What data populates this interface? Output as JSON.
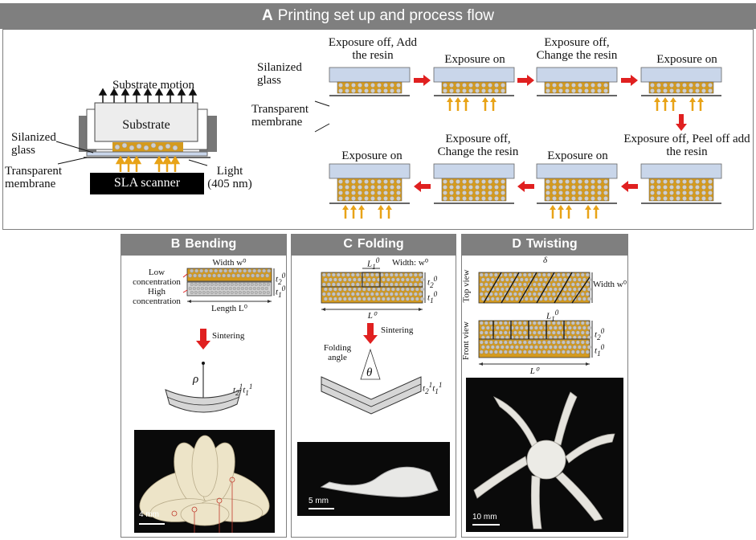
{
  "panelA": {
    "letter": "A",
    "title": "Printing set up and process flow",
    "setup": {
      "substrate_motion": "Substrate motion",
      "substrate": "Substrate",
      "silanized_glass": "Silanized glass",
      "transparent_membrane": "Transparent membrane",
      "light": "Light (405 nm)",
      "scanner": "SLA scanner"
    },
    "flow": {
      "step1": "Exposure off, Add the resin",
      "step2": "Exposure on",
      "step3": "Exposure off, Change the resin",
      "step4": "Exposure on",
      "step5": "Exposure off, Peel off add the resin",
      "step6": "Exposure on",
      "step7": "Exposure off, Change the resin",
      "step8": "Exposure on",
      "silanized_glass": "Silanized glass",
      "transparent_membrane": "Transparent membrane"
    }
  },
  "panelB": {
    "letter": "B",
    "title": "Bending",
    "width_label": "Width w⁰",
    "low": "Low concentration",
    "high": "High concentration",
    "length_label": "Length L⁰",
    "sintering": "Sintering",
    "rho": "ρ",
    "scale": "4 mm"
  },
  "panelC": {
    "letter": "C",
    "title": "Folding",
    "width_label": "Width: w⁰",
    "l1": "L₁⁰",
    "length_label": "L⁰",
    "sintering": "Sintering",
    "folding_angle": "Folding angle",
    "theta": "θ",
    "scale": "5 mm"
  },
  "panelD": {
    "letter": "D",
    "title": "Twisting",
    "delta": "δ",
    "top_view": "Top view",
    "front_view": "Front view",
    "width_label": "Width w⁰",
    "l1": "L₁⁰",
    "length_label": "L⁰",
    "scale": "10 mm"
  },
  "colors": {
    "header": "#7f7f7f",
    "resin": "#d49a1e",
    "glass": "#c9d6ea",
    "arrow_red": "#e02020",
    "light_arrow": "#e8a317"
  }
}
